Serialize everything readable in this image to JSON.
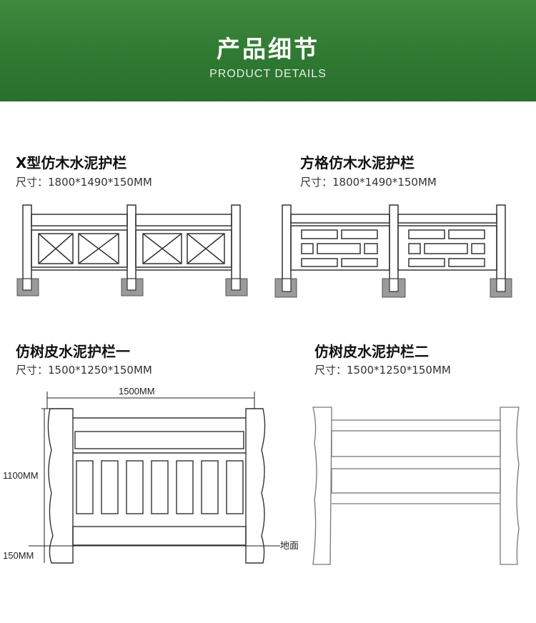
{
  "header": {
    "title": "产品细节",
    "subtitle": "PRODUCT DETAILS"
  },
  "products": [
    {
      "name": "X型仿木水泥护栏",
      "size": "尺寸：1800*1490*150MM"
    },
    {
      "name": "方格仿木水泥护栏",
      "size": "尺寸：1800*1490*150MM"
    },
    {
      "name": "仿树皮水泥护栏一",
      "size": "尺寸：1500*1250*150MM"
    },
    {
      "name": "仿树皮水泥护栏二",
      "size": "尺寸：1500*1250*150MM"
    }
  ],
  "dimensions": {
    "width": "1500MM",
    "height": "1100MM",
    "depth": "150MM",
    "ground": "地面"
  }
}
